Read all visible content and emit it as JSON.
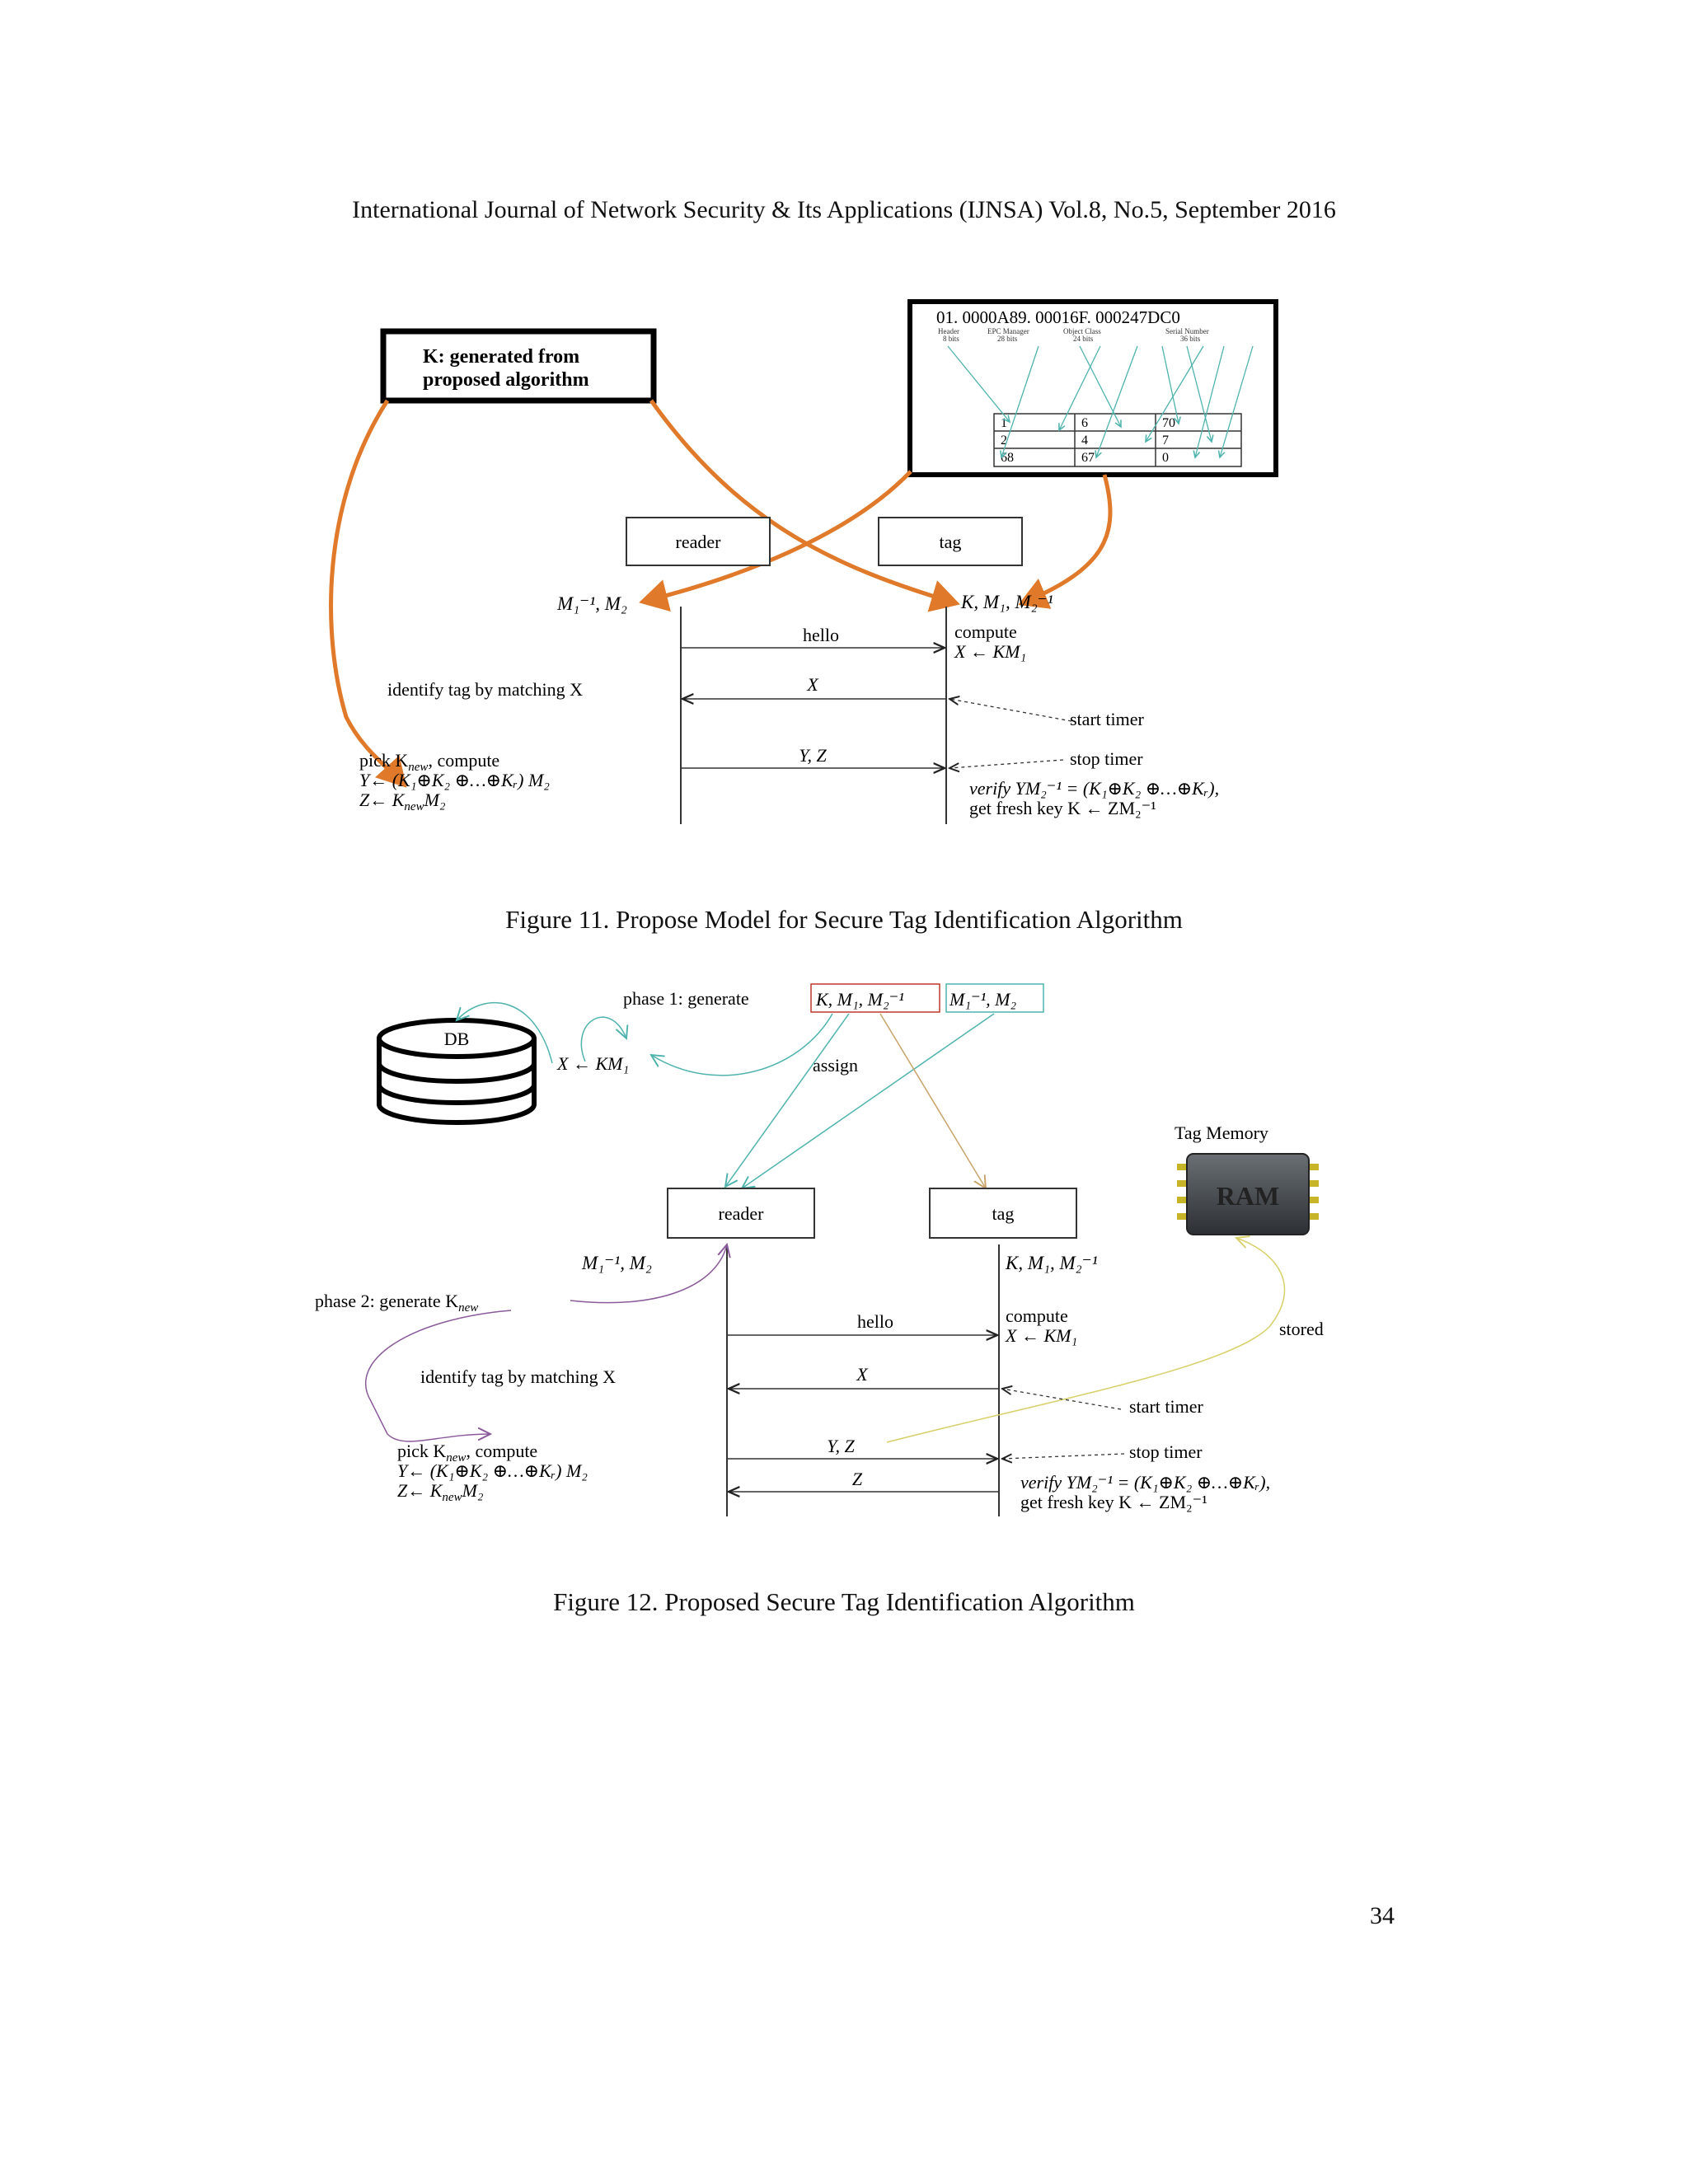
{
  "header": "International Journal of Network Security & Its Applications (IJNSA) Vol.8, No.5, September 2016",
  "figure11": {
    "caption": "Figure 11.  Propose Model for Secure Tag Identification Algorithm",
    "key_box_line1": "K: generated from",
    "key_box_line2": "proposed algorithm",
    "epc_code": "01.  0000A89.  00016F.  000247DC0",
    "epc_fields": [
      {
        "name": "Header",
        "bits": "8 bits"
      },
      {
        "name": "EPC Manager",
        "bits": "28 bits"
      },
      {
        "name": "Object Class",
        "bits": "24 bits"
      },
      {
        "name": "Serial Number",
        "bits": "36 bits"
      }
    ],
    "matrix": [
      [
        "1",
        "6",
        "70"
      ],
      [
        "2",
        "4",
        "7"
      ],
      [
        "68",
        "67",
        "0"
      ]
    ],
    "reader": "reader",
    "tag": "tag",
    "reader_keys": "M₁⁻¹, M₂",
    "tag_keys": "K, M₁, M₂⁻¹",
    "msg_hello": "hello",
    "compute": "compute",
    "compute_eq": "X ← KM₁",
    "identify": "identify tag by matching X",
    "msg_x": "X",
    "start_timer": "start timer",
    "msg_yz": "Y, Z",
    "stop_timer": "stop timer",
    "pick": "pick K",
    "pick_sub": "new",
    "pick_rest": ", compute",
    "y_eq": "Y← (K₁⊕K₂ ⊕…⊕Kᵣ) M₂",
    "z_eq": "Z← K",
    "z_sub": "new",
    "z_rest": "M₂",
    "verify": "verify YM₂⁻¹ = (K₁⊕K₂ ⊕…⊕Kᵣ),",
    "fresh": "get fresh key K ← ZM₂⁻¹"
  },
  "figure12": {
    "caption": "Figure 12.  Proposed Secure Tag Identification Algorithm",
    "phase1": "phase 1: generate",
    "phase1_tag_keys": "K, M₁, M₂⁻¹",
    "phase1_reader_keys": "M₁⁻¹, M₂",
    "db": "DB",
    "db_eq": "X ← KM₁",
    "assign": "assign",
    "tag_memory": "Tag Memory",
    "ram": "RAM",
    "reader": "reader",
    "tag": "tag",
    "reader_keys": "M₁⁻¹, M₂",
    "tag_keys": "K, M₁, M₂⁻¹",
    "phase2": "phase 2: generate   K",
    "phase2_sub": "new",
    "msg_hello": "hello",
    "compute": "compute",
    "compute_eq": "X ← KM₁",
    "stored": "stored",
    "identify": "identify tag by matching X",
    "msg_x": "X",
    "start_timer": "start timer",
    "msg_yz": "Y, Z",
    "stop_timer": "stop timer",
    "msg_z": "Z",
    "pick": "pick K",
    "pick_sub": "new",
    "pick_rest": ", compute",
    "y_eq": "Y← (K₁⊕K₂ ⊕…⊕Kᵣ) M₂",
    "z_eq": "Z← K",
    "z_sub": "new",
    "z_rest": "M₂",
    "verify": "verify YM₂⁻¹ = (K₁⊕K₂ ⊕…⊕Kᵣ),",
    "fresh": "get fresh key K ← ZM₂⁻¹"
  },
  "page_number": "34",
  "colors": {
    "orange": "#e07a2a",
    "teal": "#4fb3ad",
    "olive": "#c9a36a",
    "purple": "#8a5a9a",
    "yellow": "#d8d06a"
  }
}
